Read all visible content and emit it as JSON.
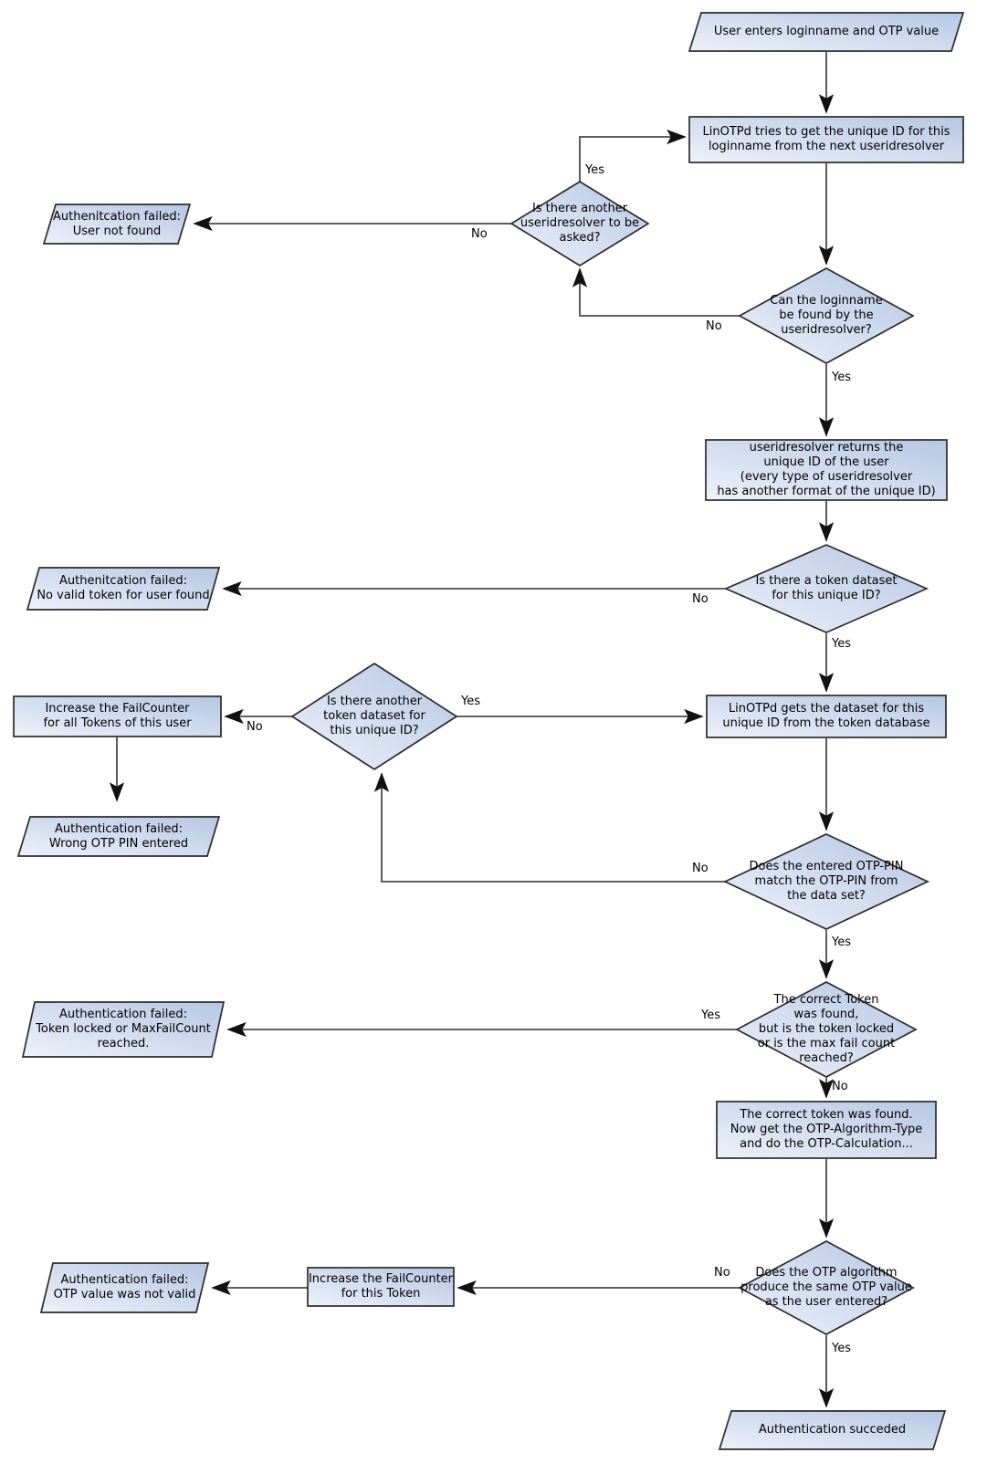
{
  "diagram": {
    "type": "flowchart",
    "subject": "LinOTP OTP authentication flow",
    "nodes": {
      "start": "User enters loginname and OTP value",
      "try_get_id": "LinOTPd tries to get the unique ID for this\nloginname from the next useridresolver",
      "another_resolver": "Is there another\nuseridresolver to be\nasked?",
      "fail_user_not_found": "Authenitcation failed:\nUser not found",
      "loginname_found": "Can the loginname\nbe found by the\nuseridresolver?",
      "resolver_returns": "useridresolver returns the\nunique ID of the user\n(every type of useridresolver\nhas another format of the unique ID)",
      "token_dataset": "Is there a token dataset\nfor this unique ID?",
      "fail_no_valid_token": "Authenitcation failed:\nNo valid token for user found",
      "get_dataset": "LinOTPd gets the dataset for this\nunique ID from the token database",
      "another_token_dataset": "Is there another\ntoken dataset for\nthis unique ID?",
      "increase_failcounter_all": "Increase the FailCounter\nfor all Tokens of this user",
      "fail_wrong_pin": "Authentication failed:\nWrong OTP PIN entered",
      "pin_match": "Does the entered OTP-PIN\nmatch the OTP-PIN from\nthe data set?",
      "token_locked": "The correct Token\nwas found,\nbut is the token locked\nor is the max fail count\nreached?",
      "fail_token_locked": "Authentication failed:\nToken locked or MaxFailCount\nreached.",
      "correct_token": "The correct token was found.\nNow get the OTP-Algorithm-Type\nand do the OTP-Calculation...",
      "otp_match": "Does the OTP algorithm\nproduce the same OTP value\nas the user entered?",
      "increase_failcounter_token": "Increase the FailCounter\nfor this Token",
      "fail_otp_invalid": "Authentication failed:\nOTP value was not valid",
      "success": "Authentication succeded"
    },
    "edge_labels": {
      "resolver_loop_yes": "Yes",
      "resolver_no": "No",
      "loginname_no": "No",
      "loginname_yes": "Yes",
      "token_dataset_no": "No",
      "token_dataset_yes": "Yes",
      "another_token_yes": "Yes",
      "another_token_no": "No",
      "pin_no": "No",
      "pin_yes": "Yes",
      "locked_yes": "Yes",
      "locked_no": "No",
      "otp_no": "No",
      "otp_yes": "Yes"
    },
    "colors": {
      "node_fill_light": "#edf2fa",
      "node_fill_dark": "#b6c7e3",
      "node_border": "#2b2b2b",
      "connector": "#4a4a4a",
      "arrowhead": "#111111",
      "background": "#ffffff",
      "text": "#000000"
    }
  }
}
